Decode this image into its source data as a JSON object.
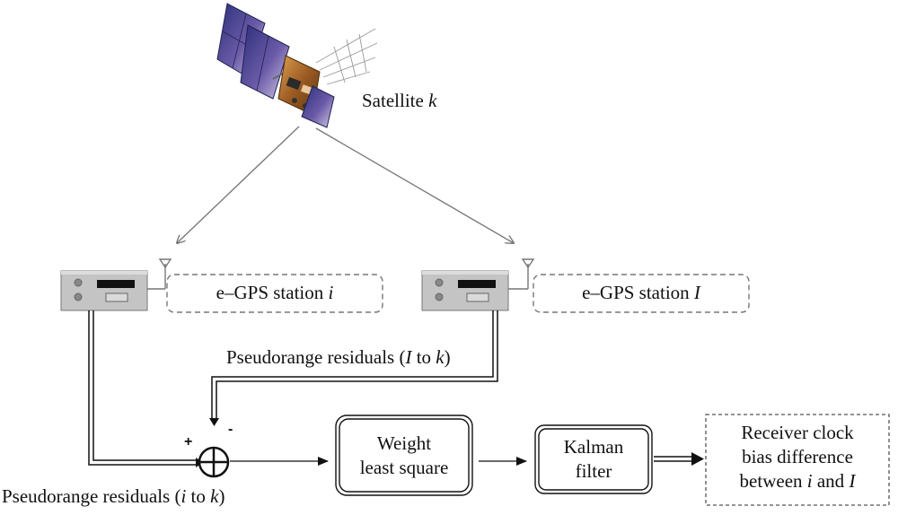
{
  "satellite": {
    "label_prefix": "Satellite ",
    "label_var": "k"
  },
  "stations": {
    "left": {
      "label_prefix": "e–GPS station ",
      "label_var": "i"
    },
    "right": {
      "label_prefix": "e–GPS station ",
      "label_var": "I"
    }
  },
  "residuals": {
    "upper": {
      "prefix": "Pseudorange residuals (",
      "var1": "I",
      "mid": " to ",
      "var2": "k",
      "suffix": ")"
    },
    "lower": {
      "prefix": "Pseudorange residuals (",
      "var1": "i",
      "mid": " to ",
      "var2": "k",
      "suffix": ")"
    }
  },
  "summing_junction": {
    "plus": "+",
    "minus": "-"
  },
  "blocks": {
    "wls": {
      "line1": "Weight",
      "line2": "least square"
    },
    "kalman": {
      "line1": "Kalman",
      "line2": "filter"
    },
    "output": {
      "line1": "Receiver clock",
      "line2": "bias difference",
      "line3_prefix": "between ",
      "line3_var1": "i",
      "line3_mid": " and ",
      "line3_var2": "I"
    }
  }
}
